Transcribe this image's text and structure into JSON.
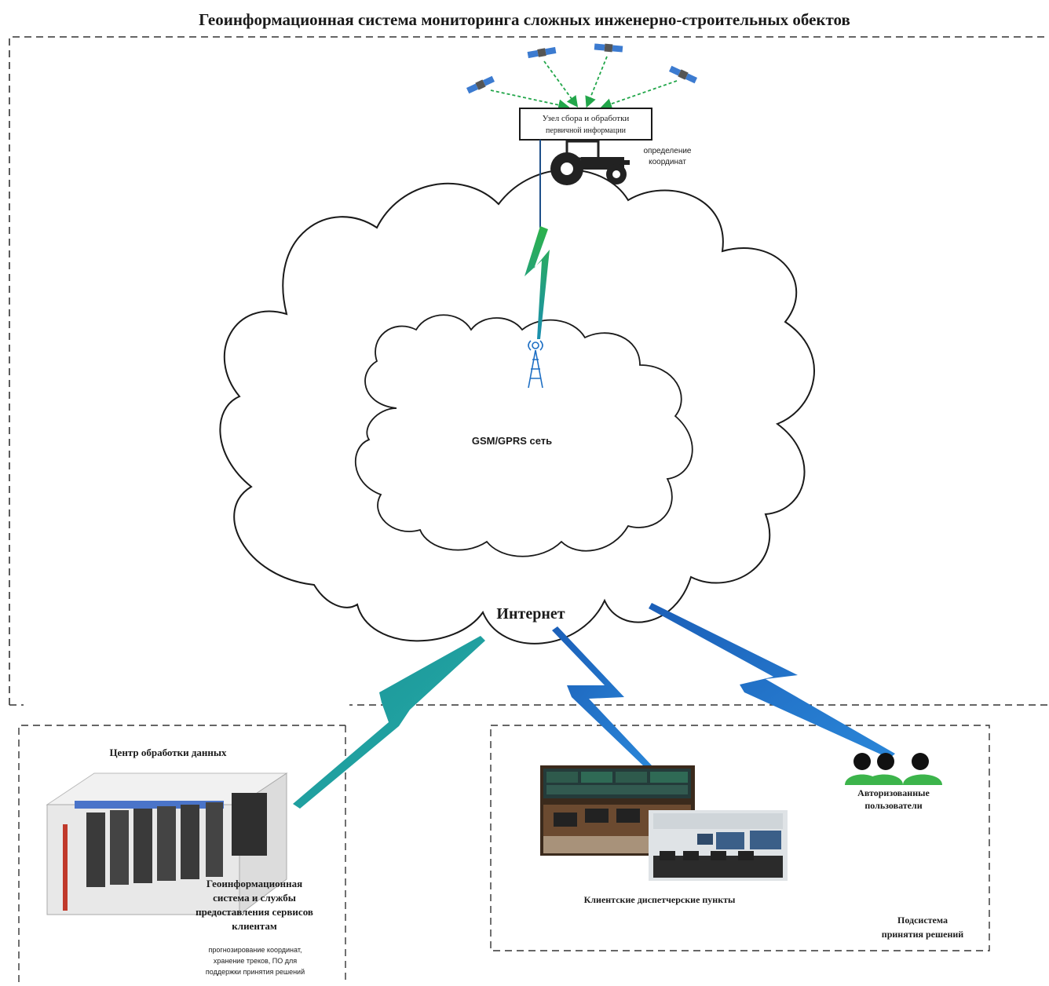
{
  "title": "Геоинформационная система мониторинга сложных инженерно-строительных обектов",
  "node_box": {
    "line1": "Узел сбора и обработки",
    "line2": "первичной информации"
  },
  "tractor_note": {
    "line1": "определение",
    "line2": "координат"
  },
  "networks": {
    "inner": "GSM/GPRS сеть",
    "outer": "Интернет"
  },
  "data_center": {
    "title": "Центр обработки данных",
    "service": [
      "Геоинформационная",
      "система и службы",
      "предоставления сервисов",
      "клиентам"
    ],
    "functions": [
      "прогнозирование координат,",
      "хранение треков, ПО для",
      "поддержки принятия решений"
    ]
  },
  "clients": {
    "dispatch": "Клиентские диспетчерские пункты",
    "users": [
      "Авторизованные",
      "пользователи"
    ],
    "subsystem": [
      "Подсистема",
      "принятия решений"
    ]
  },
  "colors": {
    "wireless_green": "#2aa84a",
    "wireless_teal": "#1f9aa2",
    "wireless_blue": "#1e6fc4",
    "users_green": "#3cb44b"
  }
}
